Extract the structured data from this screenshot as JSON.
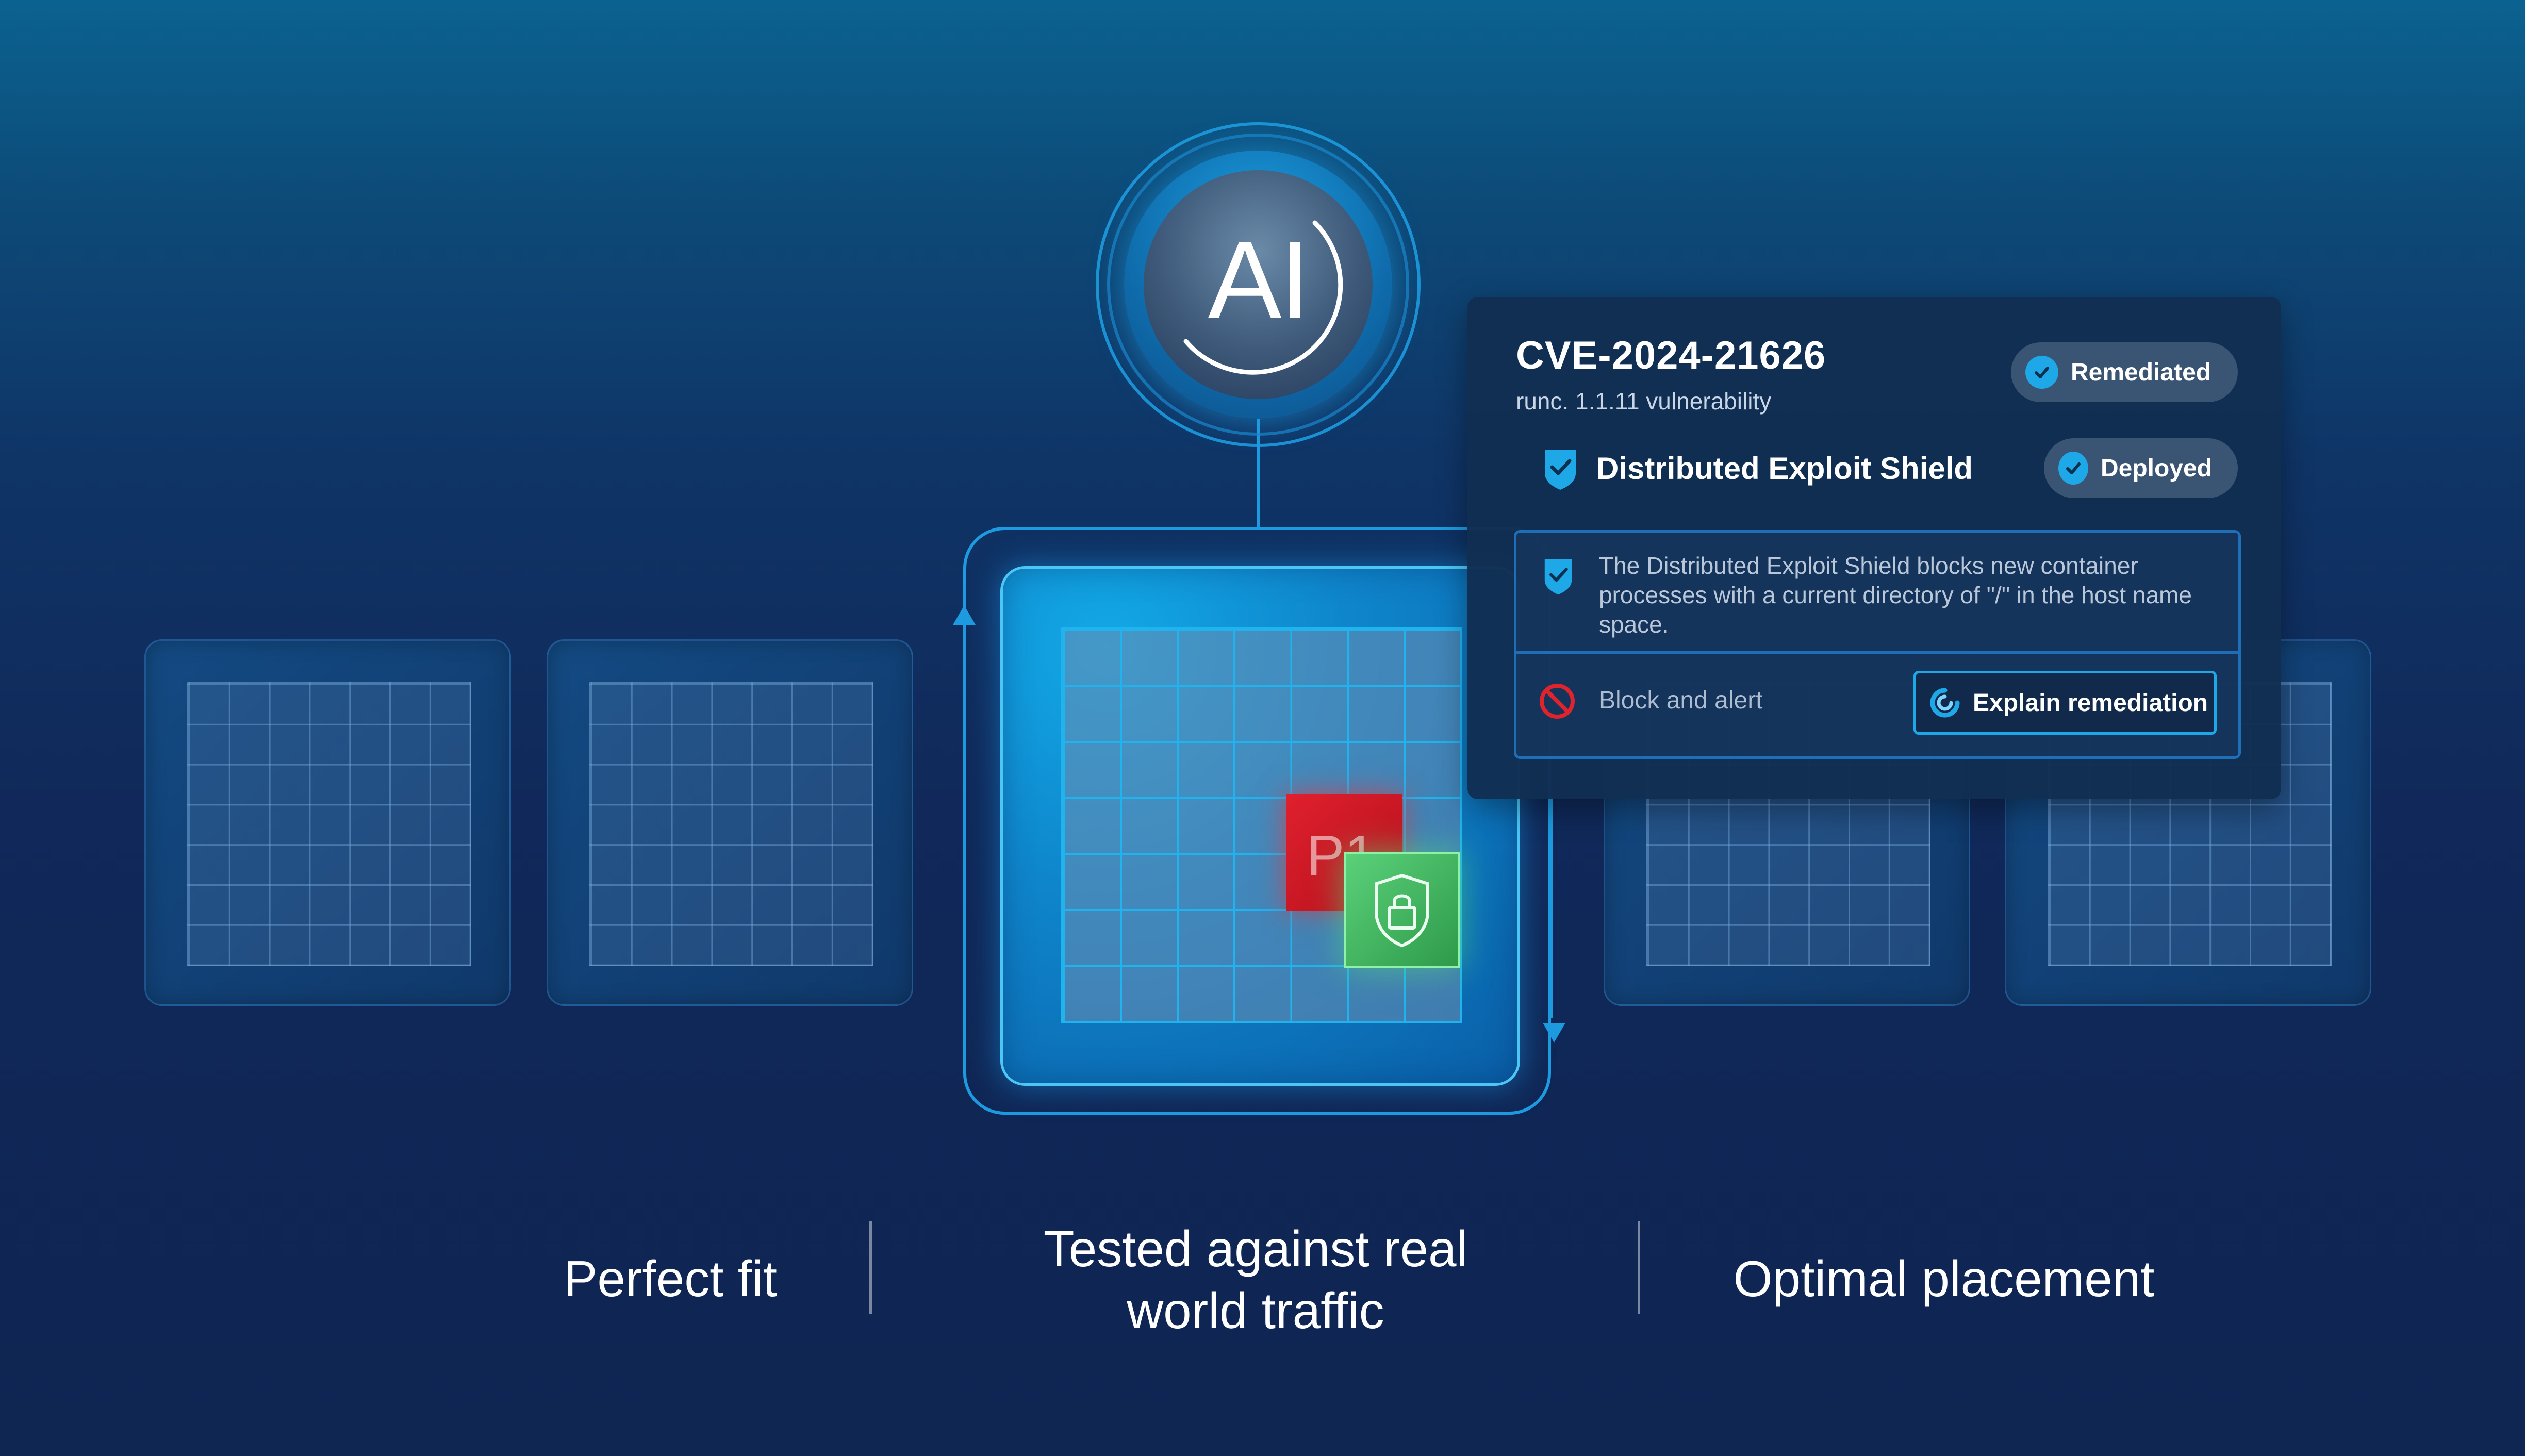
{
  "ai_badge": {
    "text": "AI"
  },
  "chip": {
    "label": "P1"
  },
  "card": {
    "cve_id": "CVE-2024-21626",
    "cve_subtitle": "runc. 1.1.11 vulnerability",
    "status_pill": "Remediated",
    "shield_name": "Distributed Exploit Shield",
    "shield_status": "Deployed",
    "description": "The Distributed Exploit Shield blocks new container processes with a current directory of \"/\" in the host name space.",
    "action_text": "Block and alert",
    "explain_button": "Explain remediation"
  },
  "labels": {
    "left": "Perfect fit",
    "center": "Tested against real world traffic",
    "right": "Optimal placement"
  },
  "colors": {
    "accent": "#1fa8e8",
    "pill_bg": "#3a5573",
    "card_bg": "#112e52",
    "threat_red": "#d41a28",
    "secure_green": "#4cc06a"
  },
  "icons": [
    "check-circle-icon",
    "shield-check-icon",
    "block-icon",
    "ai-assistant-icon",
    "lock-shield-icon"
  ]
}
